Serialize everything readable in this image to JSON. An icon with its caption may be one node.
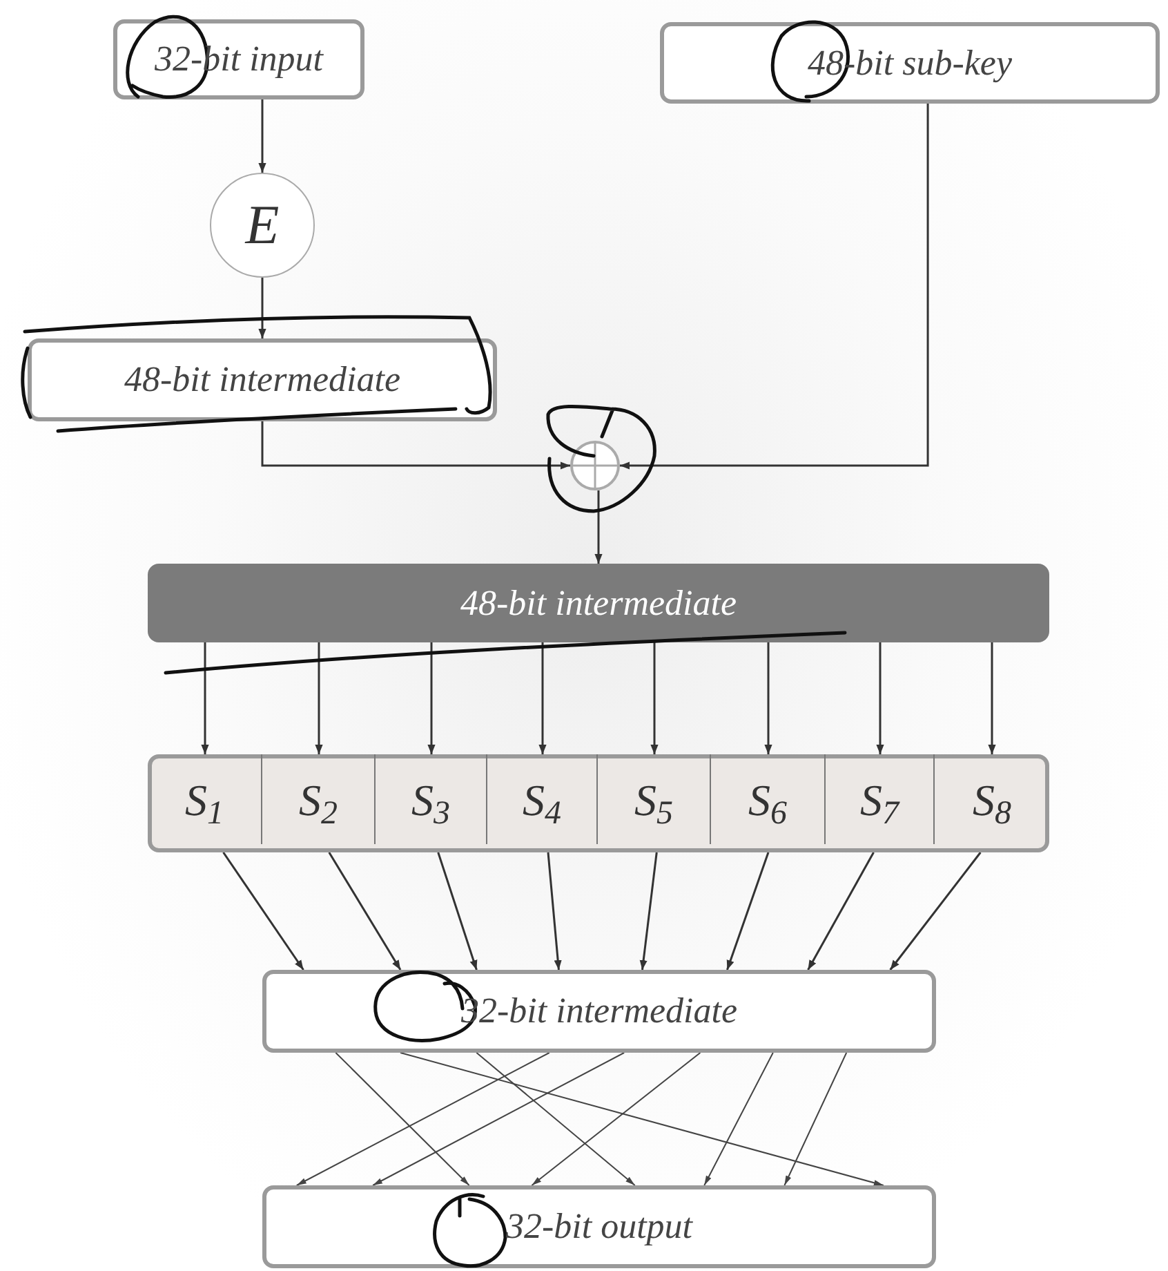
{
  "diagram": {
    "nodes": [
      {
        "text": [
          "32-bit input"
        ]
      },
      {
        "text": [
          "48-bit sub-key"
        ]
      },
      {
        "text": [
          "E"
        ]
      },
      {
        "text": [
          "48-bit intermediate"
        ]
      },
      {
        "text": [],
        "shape": "circle"
      },
      {
        "text": [
          "48-bit intermediate"
        ]
      },
      {
        "text": [],
        "shape": "box"
      },
      {
        "text": [
          "S$_{1}$"
        ],
        "in": 6
      },
      {
        "text": [
          "S$_{2}$"
        ],
        "in": 6
      },
      {
        "text": [
          "S$_{3}$"
        ],
        "in": 6
      },
      {
        "text": [
          "S$_{4}$"
        ],
        "in": 6
      },
      {
        "text": [
          "S$_{5}$"
        ],
        "in": 6
      },
      {
        "text": [
          "S$_{6}$"
        ],
        "in": 6
      },
      {
        "text": [
          "S$_{7}$"
        ],
        "in": 6
      },
      {
        "text": [
          "S$_{8}$"
        ],
        "in": 6
      },
      {
        "text": [
          "32-bit intermediate"
        ]
      },
      {
        "text": [
          "32-bit output"
        ]
      }
    ],
    "edges": [
      {
        "from": 0,
        "to": 2,
        "arrow": "to"
      },
      {
        "from": 2,
        "to": 3,
        "arrow": "to"
      },
      {
        "from": 3,
        "to": 4,
        "arrow": "to"
      },
      {
        "from": 1,
        "to": 4,
        "arrow": "to"
      },
      {
        "from": 4,
        "to": 5,
        "arrow": "to"
      },
      {
        "from": 5,
        "to": 7,
        "arrow": "to"
      },
      {
        "from": 5,
        "to": 8,
        "arrow": "to"
      },
      {
        "from": 5,
        "to": 9,
        "arrow": "to"
      },
      {
        "from": 5,
        "to": 10,
        "arrow": "to"
      },
      {
        "from": 5,
        "to": 11,
        "arrow": "to"
      },
      {
        "from": 5,
        "to": 12,
        "arrow": "to"
      },
      {
        "from": 5,
        "to": 13,
        "arrow": "to"
      },
      {
        "from": 5,
        "to": 14,
        "arrow": "to"
      },
      {
        "from": 7,
        "to": 15,
        "arrow": "to"
      },
      {
        "from": 8,
        "to": 15,
        "arrow": "to"
      },
      {
        "from": 9,
        "to": 15,
        "arrow": "to"
      },
      {
        "from": 10,
        "to": 15,
        "arrow": "to"
      },
      {
        "from": 11,
        "to": 15,
        "arrow": "to"
      },
      {
        "from": 12,
        "to": 15,
        "arrow": "to"
      },
      {
        "from": 13,
        "to": 15,
        "arrow": "to"
      },
      {
        "from": 14,
        "to": 15,
        "arrow": "to"
      },
      {
        "from": 15,
        "to": 16,
        "arrow": "to"
      },
      {
        "from": 15,
        "to": 16,
        "arrow": "to"
      },
      {
        "from": 15,
        "to": 16,
        "arrow": "to"
      },
      {
        "from": 15,
        "to": 16,
        "arrow": "to"
      },
      {
        "from": 15,
        "to": 16,
        "arrow": "to"
      },
      {
        "from": 15,
        "to": 16,
        "arrow": "to"
      },
      {
        "from": 15,
        "to": 16,
        "arrow": "to"
      },
      {
        "from": 15,
        "to": 16,
        "arrow": "to"
      }
    ]
  }
}
